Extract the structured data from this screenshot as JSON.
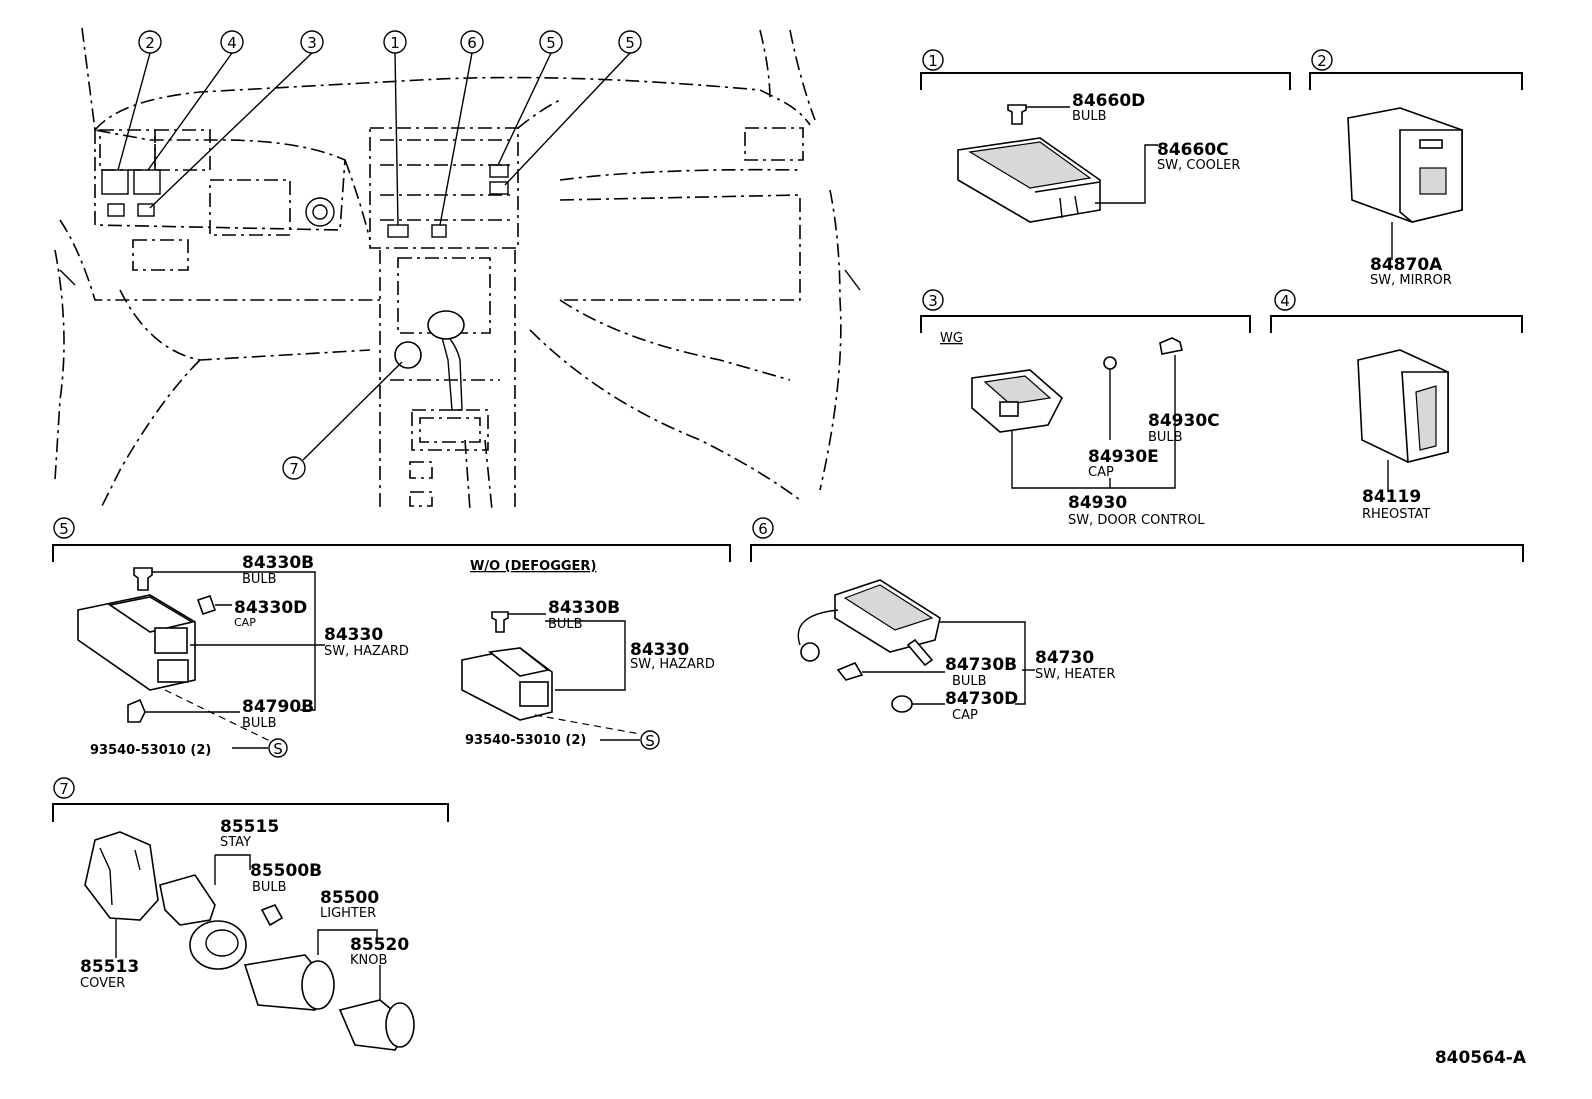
{
  "callouts": {
    "c1": "1",
    "c2": "2",
    "c3": "3",
    "c4": "4",
    "c5": "5",
    "c6": "6",
    "c7": "7"
  },
  "sec1": {
    "bulb_pn": "84660D",
    "bulb_nm": "BULB",
    "sw_pn": "84660C",
    "sw_nm": "SW, COOLER"
  },
  "sec2": {
    "pn": "84870A",
    "nm": "SW, MIRROR"
  },
  "sec3": {
    "wg": "WG",
    "bulb_pn": "84930C",
    "bulb_nm": "BULB",
    "cap_pn": "84930E",
    "cap_nm": "CAP",
    "sw_pn": "84930",
    "sw_nm": "SW, DOOR CONTROL"
  },
  "sec4": {
    "pn": "84119",
    "nm": "RHEOSTAT"
  },
  "sec5": {
    "bulb_pn": "84330B",
    "bulb_nm": "BULB",
    "cap_pn": "84330D",
    "cap_nm": "CAP",
    "sw_pn": "84330",
    "sw_nm": "SW, HAZARD",
    "bulb2_pn": "84790B",
    "bulb2_nm": "BULB",
    "screw": "93540-53010 (2)",
    "wo_title": "W/O  (DEFOGGER)",
    "wo_bulb_pn": "84330B",
    "wo_bulb_nm": "BULB",
    "wo_sw_pn": "84330",
    "wo_sw_nm": "SW, HAZARD",
    "wo_screw": "93540-53010 (2)",
    "s": "S"
  },
  "sec6": {
    "bulb_pn": "84730B",
    "bulb_nm": "BULB",
    "cap_pn": "84730D",
    "cap_nm": "CAP",
    "sw_pn": "84730",
    "sw_nm": "SW, HEATER"
  },
  "sec7": {
    "stay_pn": "85515",
    "stay_nm": "STAY",
    "bulb_pn": "85500B",
    "bulb_nm": "BULB",
    "lighter_pn": "85500",
    "lighter_nm": "LIGHTER",
    "knob_pn": "85520",
    "knob_nm": "KNOB",
    "cover_pn": "85513",
    "cover_nm": "COVER"
  },
  "figure_id": "840564-A"
}
